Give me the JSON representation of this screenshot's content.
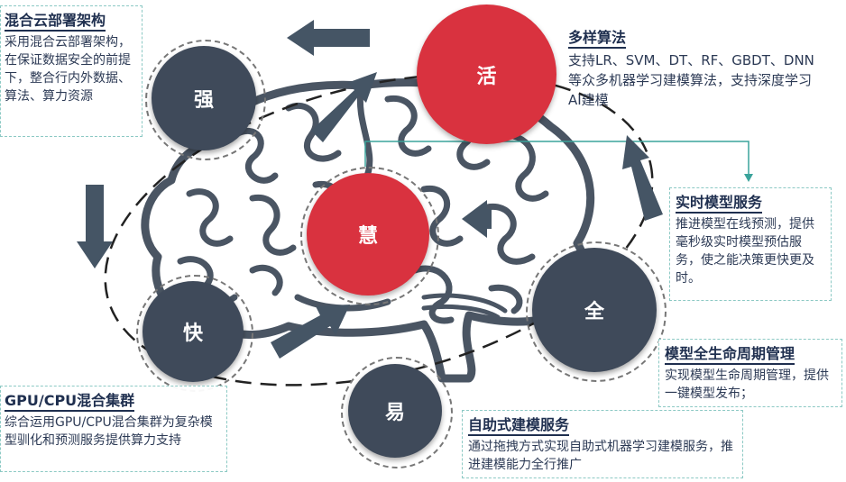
{
  "nodes": {
    "qiang": "强",
    "huo": "活",
    "hui": "慧",
    "kuai": "快",
    "quan": "全",
    "yi": "易"
  },
  "features": {
    "hybrid_cloud": {
      "title": "混合云部署架构",
      "desc": "采用混合云部署架构，在保证数据安全的前提下，整合行内外数据、算法、算力资源"
    },
    "algorithms": {
      "title": "多样算法",
      "desc": "支持LR、SVM、DT、RF、GBDT、DNN等众多机器学习建模算法，支持深度学习AI建模"
    },
    "realtime": {
      "title": "实时模型服务",
      "desc": "推进模型在线预测，提供毫秒级实时模型预估服务，使之能决策更快更及时。"
    },
    "lifecycle": {
      "title": "模型全生命周期管理",
      "desc": "实现模型生命周期管理，提供一键模型发布；"
    },
    "self_service": {
      "title": "自助式建模服务",
      "desc": "通过拖拽方式实现自助式机器学习建模服务，推进建模能力全行推广"
    },
    "gpu_cpu": {
      "title": "GPU/CPU混合集群",
      "desc": "综合运用GPU/CPU混合集群为复杂模型驯化和预测服务提供算力支持"
    }
  },
  "colors": {
    "dark_node": "#3f4a5a",
    "red_node": "#d9323f",
    "arrow": "#455565",
    "box_border": "#8cc9c4",
    "text": "#1f2f4f"
  },
  "icons": [
    "brain-icon",
    "arrow-icon"
  ]
}
